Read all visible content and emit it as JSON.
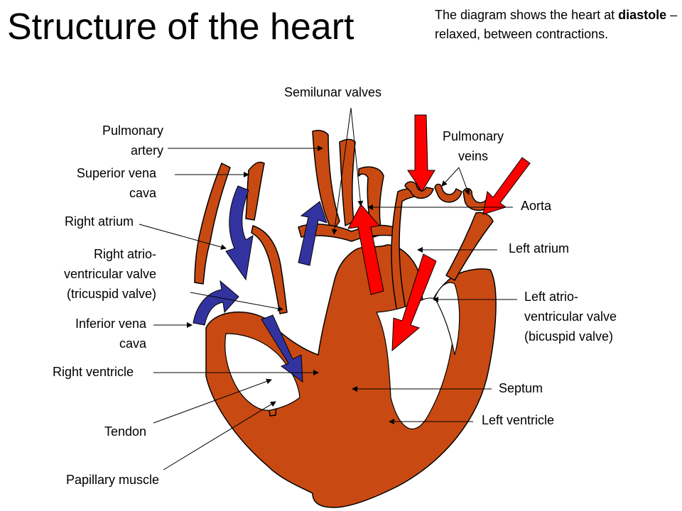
{
  "title": "Structure of the heart",
  "note": {
    "intro": "The diagram shows the heart at",
    "term": "diastole",
    "rest": "– relaxed, between contractions."
  },
  "labels": {
    "semilunar_valves": "Semilunar valves",
    "pulmonary_artery": [
      "Pulmonary",
      "artery"
    ],
    "superior_vena_cava": [
      "Superior vena",
      "cava"
    ],
    "right_atrium": "Right atrium",
    "right_av_valve": [
      "Right atrio-",
      "ventricular valve",
      "(tricuspid valve)"
    ],
    "inferior_vena_cava": [
      "Inferior vena",
      "cava"
    ],
    "right_ventricle": "Right ventricle",
    "tendon": "Tendon",
    "papillary_muscle": "Papillary muscle",
    "pulmonary_veins": [
      "Pulmonary",
      "veins"
    ],
    "aorta": "Aorta",
    "left_atrium": "Left atrium",
    "left_av_valve": [
      "Left atrio-",
      "ventricular valve",
      "(bicuspid valve)"
    ],
    "septum": "Septum",
    "left_ventricle": "Left ventricle"
  },
  "colors": {
    "tissue": "#c84a12",
    "deoxygenated_flow": "#3333a0",
    "oxygenated_flow": "#ff0000",
    "leader_line": "#000000"
  }
}
